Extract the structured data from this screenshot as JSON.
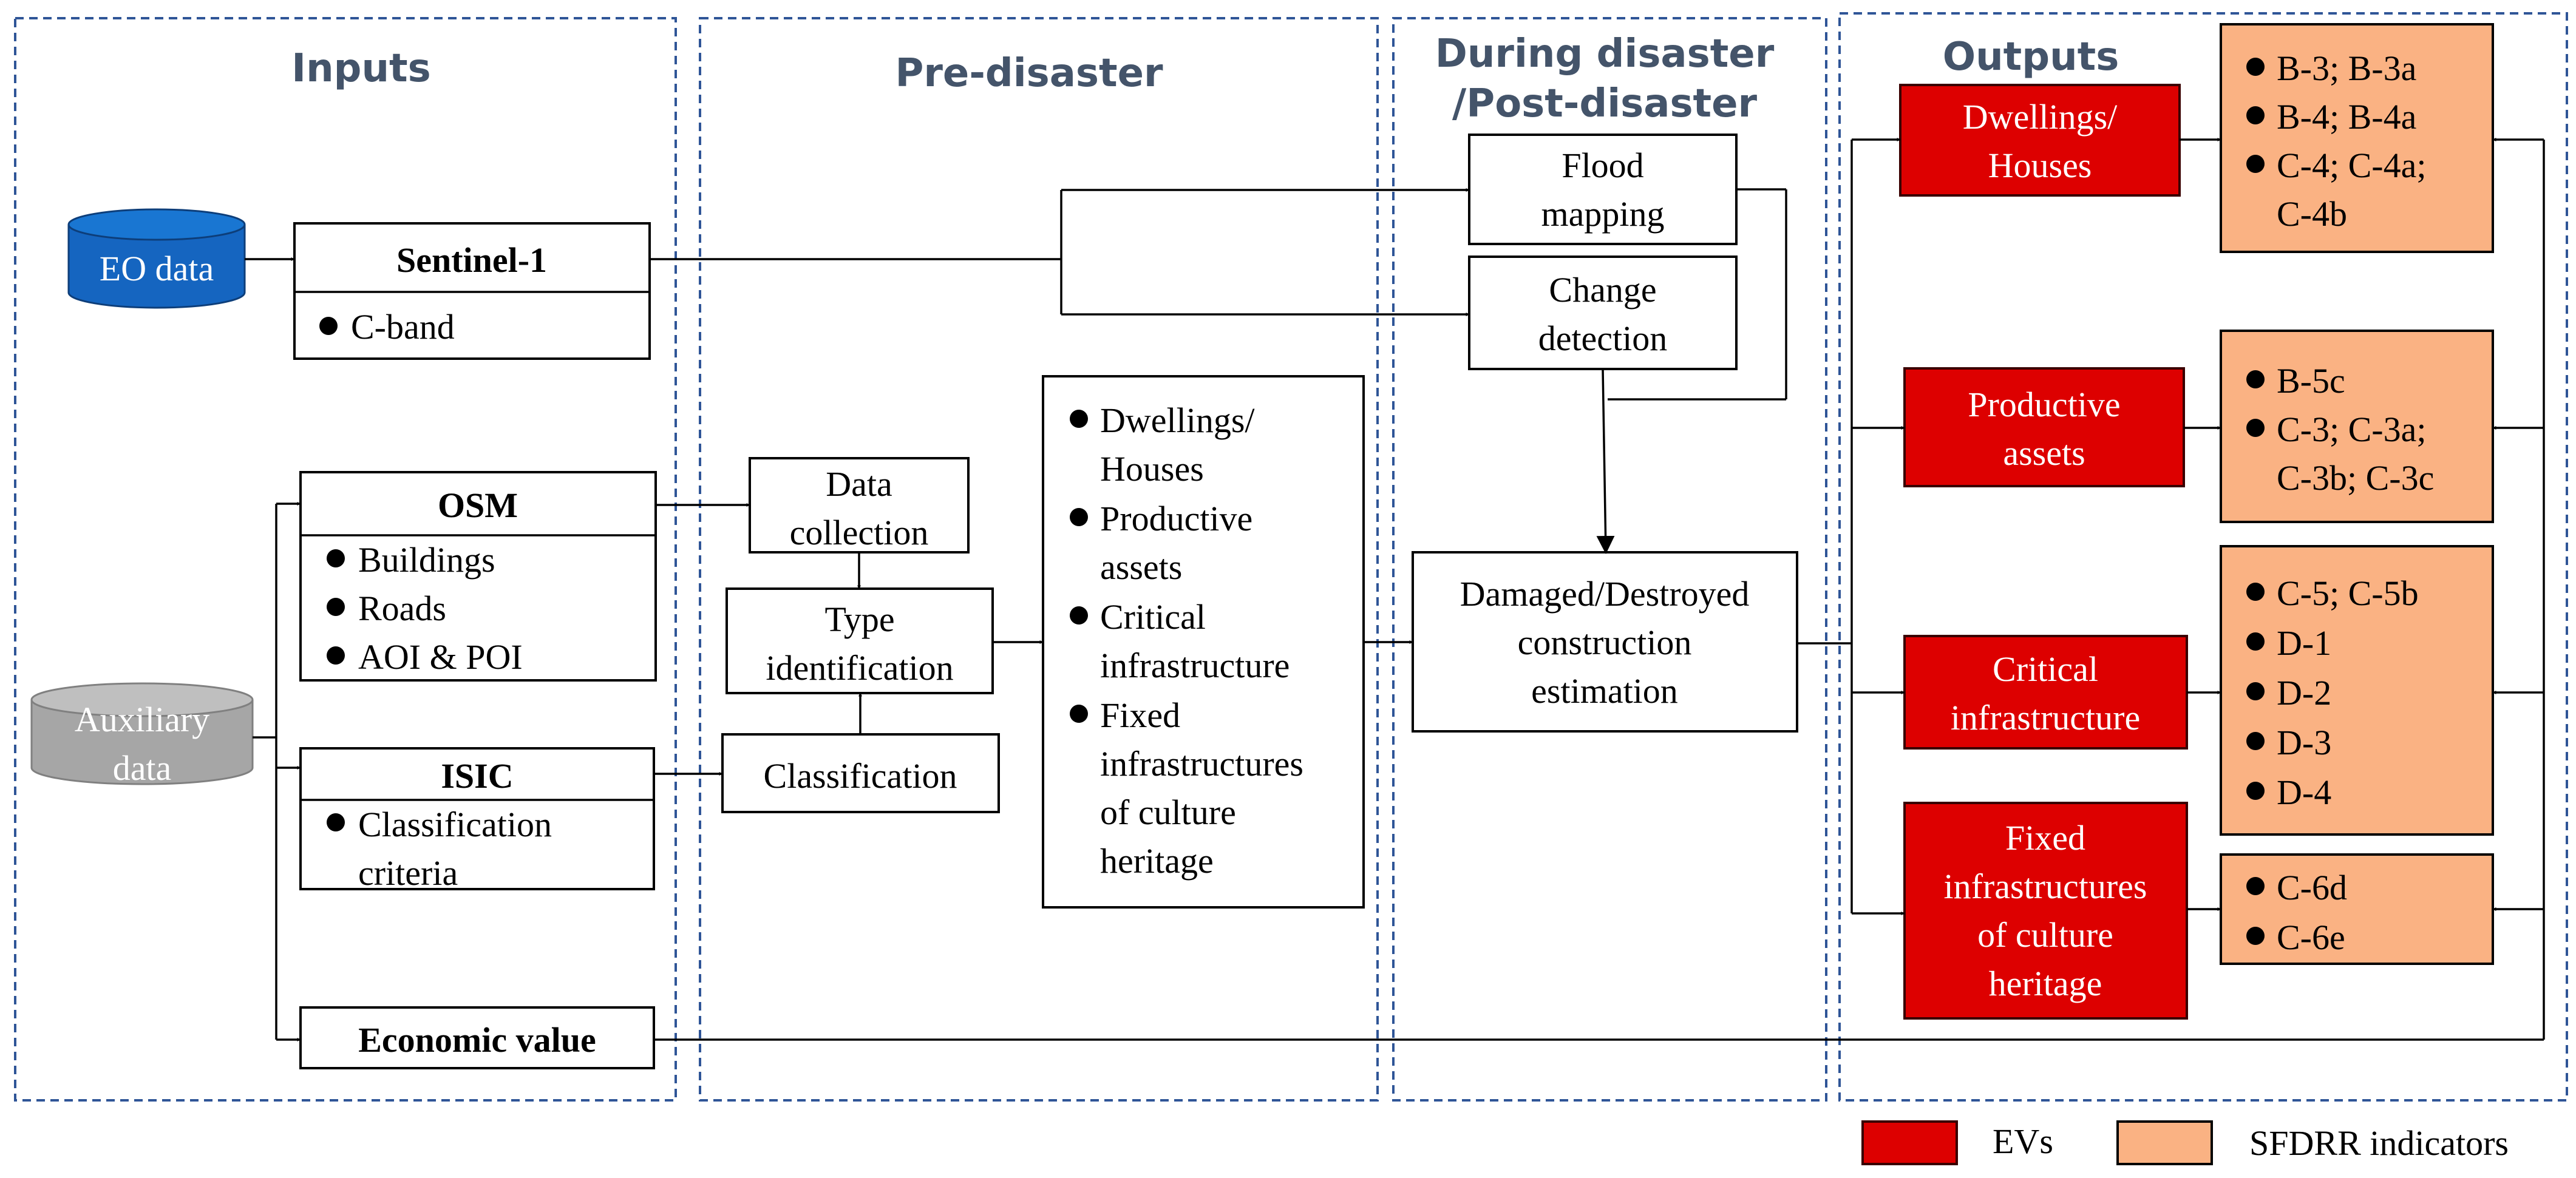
{
  "sections": {
    "inputs": "Inputs",
    "pre_disaster": "Pre-disaster",
    "during_1": "During disaster",
    "during_2": "/Post-disaster",
    "outputs": "Outputs"
  },
  "eo_data": "EO data",
  "aux_data": [
    "Auxiliary",
    "data"
  ],
  "sentinel": {
    "title": "Sentinel-1",
    "items": [
      "C-band"
    ]
  },
  "osm": {
    "title": "OSM",
    "items": [
      "Buildings",
      "Roads",
      "AOI & POI"
    ]
  },
  "isic": {
    "title": "ISIC",
    "items": [
      "Classification",
      "criteria"
    ]
  },
  "economic": "Economic value",
  "data_collection": [
    "Data",
    "collection"
  ],
  "type_identification": [
    "Type",
    "identification"
  ],
  "classification": "Classification",
  "categories": [
    [
      "Dwellings/",
      "Houses"
    ],
    [
      "Productive",
      "assets"
    ],
    [
      "Critical",
      "infrastructure"
    ],
    [
      "Fixed",
      "infrastructures",
      "of culture",
      "heritage"
    ]
  ],
  "flood_mapping": [
    "Flood",
    "mapping"
  ],
  "change_detection": [
    "Change",
    "detection"
  ],
  "damaged": [
    "Damaged/Destroyed",
    "construction",
    "estimation"
  ],
  "evs": [
    [
      "Dwellings/",
      "Houses"
    ],
    [
      "Productive",
      "assets"
    ],
    [
      "Critical",
      "infrastructure"
    ],
    [
      "Fixed",
      "infrastructures",
      "of culture",
      "heritage"
    ]
  ],
  "indicators": [
    [
      "B-3; B-3a",
      "B-4; B-4a",
      "C-4; C-4a;",
      "C-4b"
    ],
    [
      "B-5c",
      "C-3; C-3a;",
      "C-3b; C-3c"
    ],
    [
      "C-5; C-5b",
      "D-1",
      "D-2",
      "D-3",
      "D-4"
    ],
    [
      "C-6d",
      "C-6e"
    ]
  ],
  "legend": {
    "evs": "EVs",
    "sfdrr": "SFDRR indicators"
  },
  "colors": {
    "ev": "#dd0000",
    "sfdrr": "#fab283",
    "eo": "#1565c0",
    "aux": "#a6a6a6",
    "section_border": "#2f5597"
  }
}
